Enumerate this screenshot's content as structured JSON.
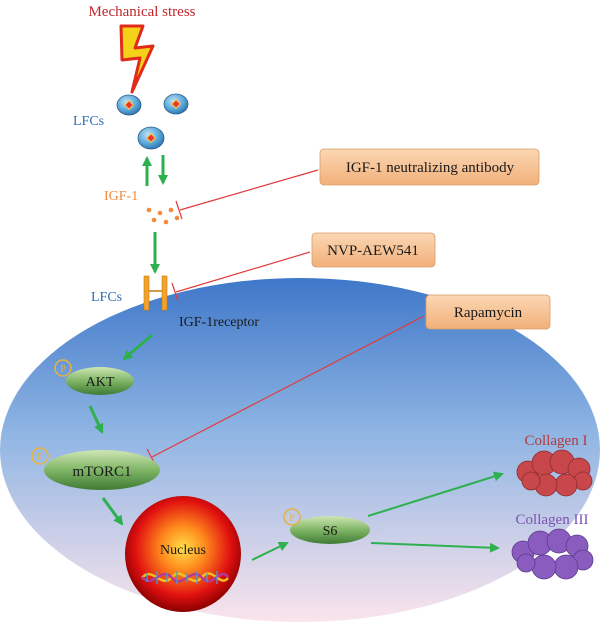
{
  "labels": {
    "mechanical_stress": "Mechanical stress",
    "lfcs_top": "LFCs",
    "igf1": "IGF-1",
    "lfcs_membrane": "LFCs",
    "igf1_receptor": "IGF-1receptor",
    "akt": "AKT",
    "mtorc1": "mTORC1",
    "nucleus": "Nucleus",
    "s6": "S6",
    "collagen_1": "Collagen I",
    "collagen_3": "Collagen III",
    "phospho": "P"
  },
  "inhibitors": {
    "igf1_antibody": "IGF-1 neutralizing antibody",
    "nvp": "NVP-AEW541",
    "rapamycin": "Rapamycin"
  },
  "colors": {
    "stress_text": "#c0272d",
    "lfcs_text": "#2e6fb5",
    "igf1_text": "#f08a3c",
    "inhibitor_box": "#f6c49a",
    "inhibitor_line": "#e23b3b",
    "arrow_green": "#2eb04f",
    "collagen1": "#c8474b",
    "collagen3": "#8a5cc0"
  }
}
